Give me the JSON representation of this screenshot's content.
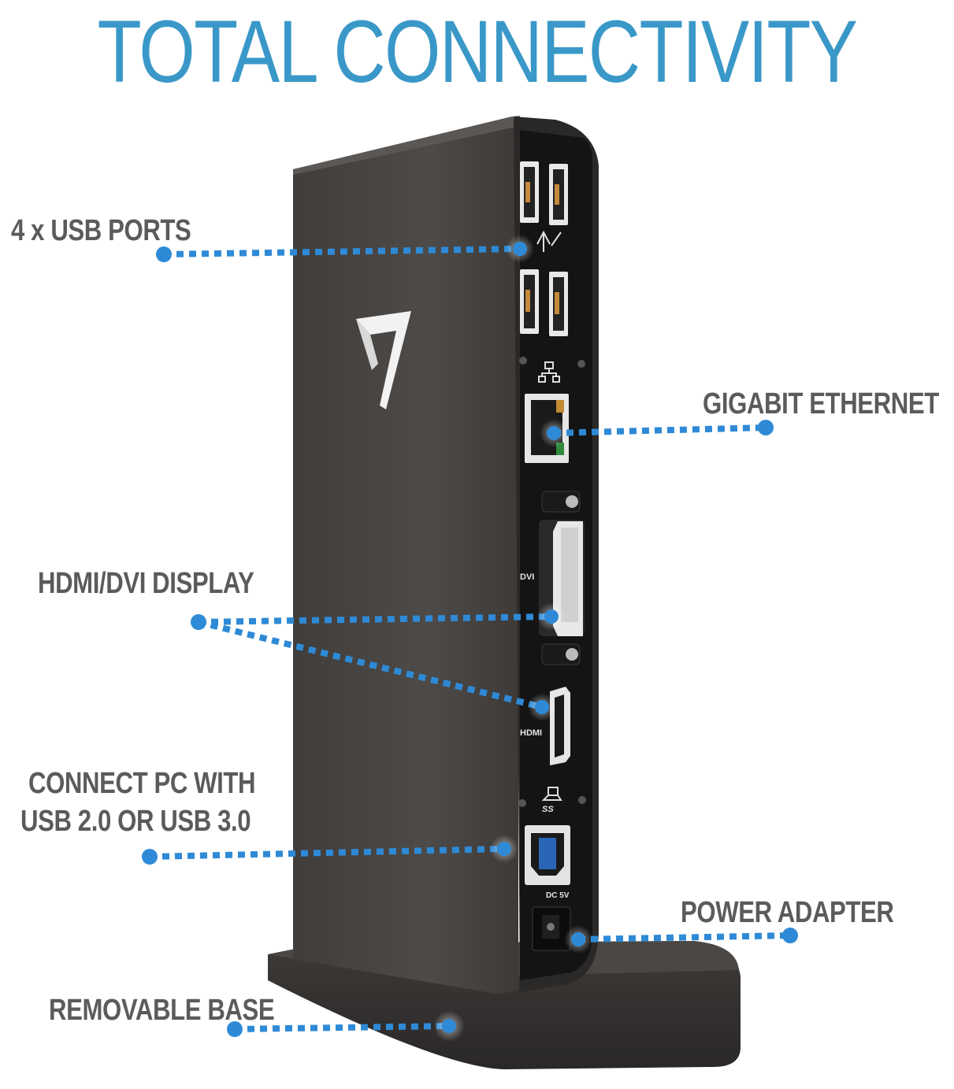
{
  "title": "TOTAL CONNECTIVITY",
  "colors": {
    "title": "#3a98c8",
    "callout_text": "#5b5b5b",
    "leader_dots": "#2e8ad6",
    "device_body": "#4b4846",
    "device_panel": "#141414"
  },
  "callouts": [
    {
      "name": "usb-ports",
      "lines": [
        "4 x USB PORTS"
      ]
    },
    {
      "name": "gigabit-ethernet",
      "lines": [
        "GIGABIT ETHERNET"
      ]
    },
    {
      "name": "hdmi-dvi-display",
      "lines": [
        "HDMI/DVI DISPLAY"
      ]
    },
    {
      "name": "connect-pc",
      "lines": [
        "CONNECT PC WITH",
        "USB 2.0 OR USB 3.0"
      ]
    },
    {
      "name": "power-adapter",
      "lines": [
        "POWER ADAPTER"
      ]
    },
    {
      "name": "removable-base",
      "lines": [
        "REMOVABLE BASE"
      ]
    }
  ],
  "port_labels": {
    "dvi": "DVI",
    "hdmi": "HDMI",
    "usb3": "SS",
    "dc": "DC 5V"
  },
  "icons": [
    "v7-logo-icon",
    "usb-symbol-icon",
    "network-icon",
    "laptop-icon"
  ]
}
